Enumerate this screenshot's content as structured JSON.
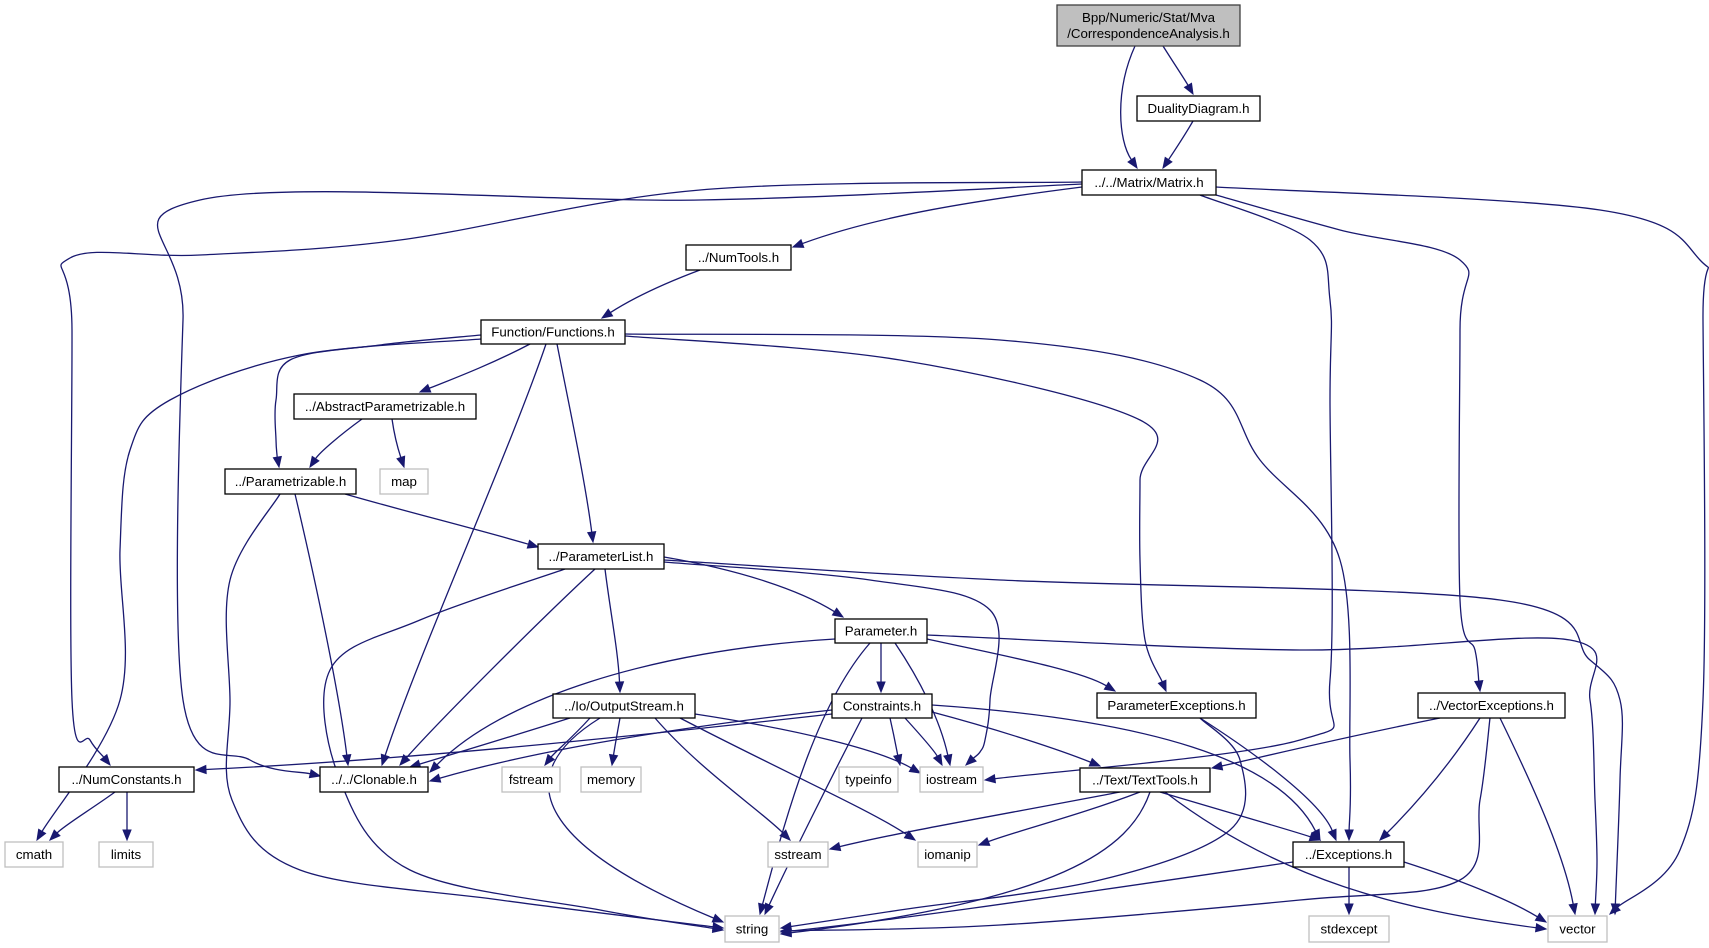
{
  "diagram": {
    "title": "Include dependency graph for CorrespondenceAnalysis.h",
    "colors": {
      "edge": "#191970",
      "root_fill": "#bfbfbf",
      "root_border": "#404040",
      "internal_border": "#000000",
      "external_border": "#bfbfbf"
    },
    "nodes": [
      {
        "id": "root",
        "kind": "root",
        "label": [
          "Bpp/Numeric/Stat/Mva",
          "/CorrespondenceAnalysis.h"
        ]
      },
      {
        "id": "duality",
        "kind": "internal",
        "label": [
          "DualityDiagram.h"
        ]
      },
      {
        "id": "matrix",
        "kind": "internal",
        "label": [
          "../../Matrix/Matrix.h"
        ]
      },
      {
        "id": "numtools",
        "kind": "internal",
        "label": [
          "../NumTools.h"
        ]
      },
      {
        "id": "functions",
        "kind": "internal",
        "label": [
          "Function/Functions.h"
        ]
      },
      {
        "id": "abstractparam",
        "kind": "internal",
        "label": [
          "../AbstractParametrizable.h"
        ]
      },
      {
        "id": "map",
        "kind": "external",
        "label": [
          "map"
        ]
      },
      {
        "id": "parametrizable",
        "kind": "internal",
        "label": [
          "../Parametrizable.h"
        ]
      },
      {
        "id": "parameterlist",
        "kind": "internal",
        "label": [
          "../ParameterList.h"
        ]
      },
      {
        "id": "parameter",
        "kind": "internal",
        "label": [
          "Parameter.h"
        ]
      },
      {
        "id": "outputstream",
        "kind": "internal",
        "label": [
          "../Io/OutputStream.h"
        ]
      },
      {
        "id": "constraints",
        "kind": "internal",
        "label": [
          "Constraints.h"
        ]
      },
      {
        "id": "paramexceptions",
        "kind": "internal",
        "label": [
          "ParameterExceptions.h"
        ]
      },
      {
        "id": "vectorexceptions",
        "kind": "internal",
        "label": [
          "../VectorExceptions.h"
        ]
      },
      {
        "id": "numconstants",
        "kind": "internal",
        "label": [
          "../NumConstants.h"
        ]
      },
      {
        "id": "clonable",
        "kind": "internal",
        "label": [
          "../../Clonable.h"
        ]
      },
      {
        "id": "fstream",
        "kind": "external",
        "label": [
          "fstream"
        ]
      },
      {
        "id": "memory",
        "kind": "external",
        "label": [
          "memory"
        ]
      },
      {
        "id": "typeinfo",
        "kind": "external",
        "label": [
          "typeinfo"
        ]
      },
      {
        "id": "iostream",
        "kind": "external",
        "label": [
          "iostream"
        ]
      },
      {
        "id": "texttools",
        "kind": "internal",
        "label": [
          "../Text/TextTools.h"
        ]
      },
      {
        "id": "cmath",
        "kind": "external",
        "label": [
          "cmath"
        ]
      },
      {
        "id": "limits",
        "kind": "external",
        "label": [
          "limits"
        ]
      },
      {
        "id": "sstream",
        "kind": "external",
        "label": [
          "sstream"
        ]
      },
      {
        "id": "iomanip",
        "kind": "external",
        "label": [
          "iomanip"
        ]
      },
      {
        "id": "exceptions",
        "kind": "internal",
        "label": [
          "../Exceptions.h"
        ]
      },
      {
        "id": "string",
        "kind": "external",
        "label": [
          "string"
        ]
      },
      {
        "id": "stdexcept",
        "kind": "external",
        "label": [
          "stdexcept"
        ]
      },
      {
        "id": "vector",
        "kind": "external",
        "label": [
          "vector"
        ]
      }
    ],
    "edges": [
      [
        "root",
        "matrix"
      ],
      [
        "root",
        "duality"
      ],
      [
        "duality",
        "matrix"
      ],
      [
        "matrix",
        "numtools"
      ],
      [
        "matrix",
        "clonable"
      ],
      [
        "matrix",
        "numconstants"
      ],
      [
        "matrix",
        "iostream"
      ],
      [
        "matrix",
        "vectorexceptions"
      ],
      [
        "matrix",
        "vector"
      ],
      [
        "numtools",
        "functions"
      ],
      [
        "functions",
        "abstractparam"
      ],
      [
        "functions",
        "parametrizable"
      ],
      [
        "functions",
        "cmath"
      ],
      [
        "functions",
        "clonable"
      ],
      [
        "functions",
        "parameterlist"
      ],
      [
        "functions",
        "paramexceptions"
      ],
      [
        "functions",
        "exceptions"
      ],
      [
        "abstractparam",
        "parametrizable"
      ],
      [
        "abstractparam",
        "map"
      ],
      [
        "parametrizable",
        "parameterlist"
      ],
      [
        "parametrizable",
        "clonable"
      ],
      [
        "parametrizable",
        "string"
      ],
      [
        "parameterlist",
        "parameter"
      ],
      [
        "parameterlist",
        "outputstream"
      ],
      [
        "parameterlist",
        "clonable"
      ],
      [
        "parameterlist",
        "string"
      ],
      [
        "parameterlist",
        "iostream"
      ],
      [
        "parameterlist",
        "vector"
      ],
      [
        "parameter",
        "constraints"
      ],
      [
        "parameter",
        "paramexceptions"
      ],
      [
        "parameter",
        "clonable"
      ],
      [
        "parameter",
        "string"
      ],
      [
        "parameter",
        "iostream"
      ],
      [
        "parameter",
        "vector"
      ],
      [
        "outputstream",
        "clonable"
      ],
      [
        "outputstream",
        "fstream"
      ],
      [
        "outputstream",
        "memory"
      ],
      [
        "outputstream",
        "iostream"
      ],
      [
        "outputstream",
        "sstream"
      ],
      [
        "outputstream",
        "iomanip"
      ],
      [
        "outputstream",
        "string"
      ],
      [
        "constraints",
        "clonable"
      ],
      [
        "constraints",
        "numconstants"
      ],
      [
        "constraints",
        "typeinfo"
      ],
      [
        "constraints",
        "iostream"
      ],
      [
        "constraints",
        "texttools"
      ],
      [
        "constraints",
        "exceptions"
      ],
      [
        "constraints",
        "string"
      ],
      [
        "paramexceptions",
        "exceptions"
      ],
      [
        "paramexceptions",
        "string"
      ],
      [
        "vectorexceptions",
        "texttools"
      ],
      [
        "vectorexceptions",
        "exceptions"
      ],
      [
        "vectorexceptions",
        "string"
      ],
      [
        "vectorexceptions",
        "vector"
      ],
      [
        "numconstants",
        "cmath"
      ],
      [
        "numconstants",
        "limits"
      ],
      [
        "texttools",
        "exceptions"
      ],
      [
        "texttools",
        "sstream"
      ],
      [
        "texttools",
        "iomanip"
      ],
      [
        "texttools",
        "string"
      ],
      [
        "texttools",
        "vector"
      ],
      [
        "exceptions",
        "stdexcept"
      ],
      [
        "exceptions",
        "string"
      ],
      [
        "exceptions",
        "vector"
      ]
    ]
  }
}
